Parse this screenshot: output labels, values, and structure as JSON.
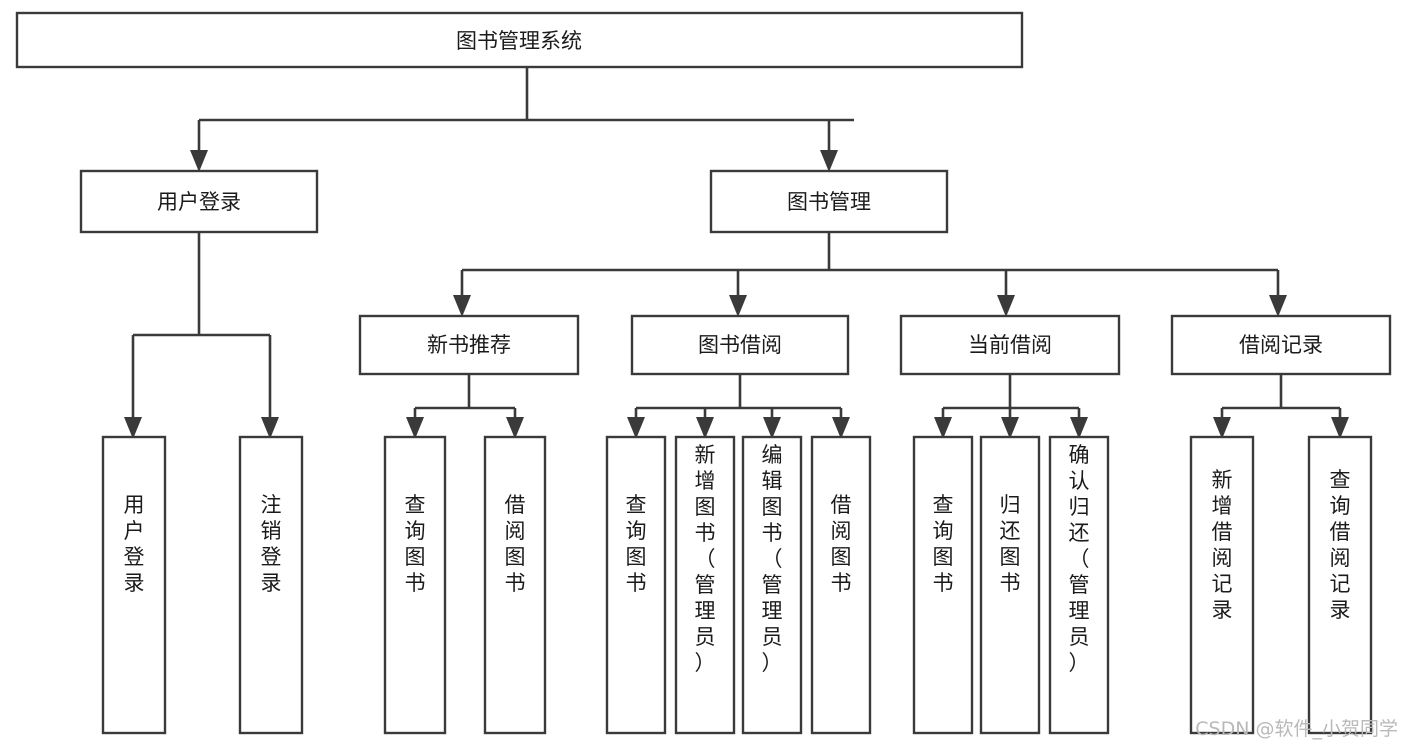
{
  "diagram": {
    "type": "tree",
    "title": "图书管理系统",
    "orientation": "top-down",
    "background_color": "#ffffff",
    "line_color": "#3a3a3a",
    "text_color": "#1b1b1b"
  },
  "root": {
    "label": "图书管理系统"
  },
  "level2": [
    {
      "label": "用户登录"
    },
    {
      "label": "图书管理"
    }
  ],
  "level3": [
    {
      "label": "新书推荐"
    },
    {
      "label": "图书借阅"
    },
    {
      "label": "当前借阅"
    },
    {
      "label": "借阅记录"
    }
  ],
  "leaves": {
    "user_login": [
      {
        "label": "用户登录"
      },
      {
        "label": "注销登录"
      }
    ],
    "new_book_recommend": [
      {
        "label": "查询图书"
      },
      {
        "label": "借阅图书"
      }
    ],
    "book_borrow": [
      {
        "label": "查询图书"
      },
      {
        "label": "新增图书（管理员）"
      },
      {
        "label": "编辑图书（管理员）"
      },
      {
        "label": "借阅图书"
      }
    ],
    "current_borrow": [
      {
        "label": "查询图书"
      },
      {
        "label": "归还图书"
      },
      {
        "label": "确认归还（管理员）"
      }
    ],
    "borrow_record": [
      {
        "label": "新增借阅记录"
      },
      {
        "label": "查询借阅记录"
      }
    ]
  },
  "watermark": {
    "text": "CSDN @软件_小贺同学"
  }
}
